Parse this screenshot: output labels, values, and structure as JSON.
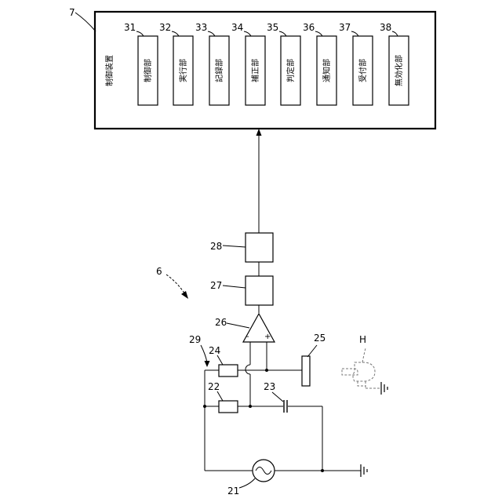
{
  "controller": {
    "ref": "7",
    "title": "制御装置",
    "units": [
      {
        "ref": "31",
        "label": "制御部"
      },
      {
        "ref": "32",
        "label": "実行部"
      },
      {
        "ref": "33",
        "label": "記録部"
      },
      {
        "ref": "34",
        "label": "補正部"
      },
      {
        "ref": "35",
        "label": "判定部"
      },
      {
        "ref": "36",
        "label": "通知部"
      },
      {
        "ref": "37",
        "label": "受付部"
      },
      {
        "ref": "38",
        "label": "無効化部"
      }
    ]
  },
  "circuit": {
    "ref": "6",
    "block_28": "28",
    "block_27": "27",
    "amp": "26",
    "amp_minus": "-",
    "amp_plus": "+",
    "electrode": "25",
    "group": "29",
    "element_24": "24",
    "element_22": "22",
    "capacitor": "23",
    "source": "21",
    "hand": "H"
  }
}
